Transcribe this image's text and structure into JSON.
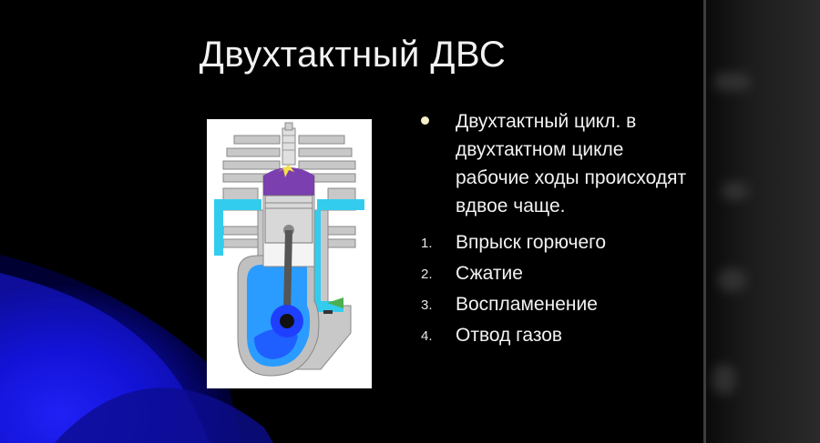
{
  "slide": {
    "title": "Двухтактный ДВС",
    "bullet": "Двухтактный цикл. в двухтактном цикле рабочие ходы происходят вдвое чаще.",
    "steps": [
      {
        "num": "1.",
        "label": "Впрыск горючего"
      },
      {
        "num": "2.",
        "label": "Сжатие"
      },
      {
        "num": "3.",
        "label": "Воспламенение"
      },
      {
        "num": "4.",
        "label": "Отвод газов"
      }
    ]
  },
  "colors": {
    "background": "#000000",
    "accent_blue": "#1a1aff",
    "cooling_blue": "#33ccee",
    "crankcase_blue": "#1f6fff",
    "engine_gray": "#c8c8c8",
    "piston_gray": "#d8d8d8",
    "combustion_purple": "#7b3fb0",
    "spark_yellow": "#f4e04a"
  }
}
